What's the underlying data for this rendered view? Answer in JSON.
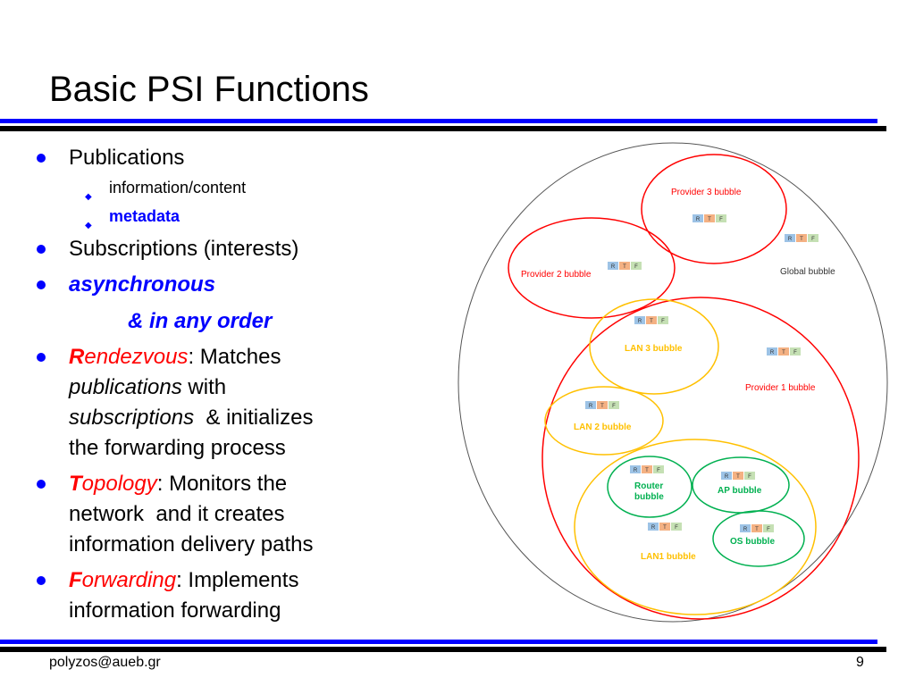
{
  "slide": {
    "title": "Basic PSI Functions"
  },
  "bullets": {
    "publications": "Publications",
    "sub1": "information/content",
    "sub2": "metadata",
    "subscriptions": "Subscriptions (interests)",
    "asynchronous": "asynchronous",
    "in_any_order": "& in any order",
    "rendezvous_initial": "R",
    "rendezvous_rest": "endezvous",
    "rendezvous_text1": ": Matches",
    "rendezvous_pubs": "publications",
    "rendezvous_with": " with",
    "rendezvous_subs": "subscriptions",
    "rendezvous_text2": "  & initializes",
    "rendezvous_text3": "the forwarding process",
    "topology_initial": "T",
    "topology_rest": "opology",
    "topology_text1": ": Monitors the",
    "topology_text2": "network  and it creates",
    "topology_text3": "information delivery paths",
    "forwarding_initial": "F",
    "forwarding_rest": "orwarding",
    "forwarding_text1": ": Implements",
    "forwarding_text2": "information forwarding"
  },
  "diagram": {
    "global_label": "Global bubble",
    "provider1_label": "Provider 1 bubble",
    "provider2_label": "Provider 2 bubble",
    "provider3_label": "Provider 3 bubble",
    "lan1_label": "LAN1 bubble",
    "lan2_label": "LAN 2 bubble",
    "lan3_label": "LAN 3 bubble",
    "router_label_1": "Router",
    "router_label_2": "bubble",
    "ap_label": "AP bubble",
    "os_label": "OS bubble",
    "rtf": [
      "R",
      "T",
      "F"
    ],
    "colors": {
      "global": "#555555",
      "provider": "#ff0000",
      "lan": "#ffc000",
      "inner": "#00b050",
      "r_box": "#9dc3e6",
      "t_box": "#f4b183",
      "f_box": "#c5e0b4"
    }
  },
  "footer": {
    "email": "polyzos@aueb.gr",
    "page": "9"
  }
}
